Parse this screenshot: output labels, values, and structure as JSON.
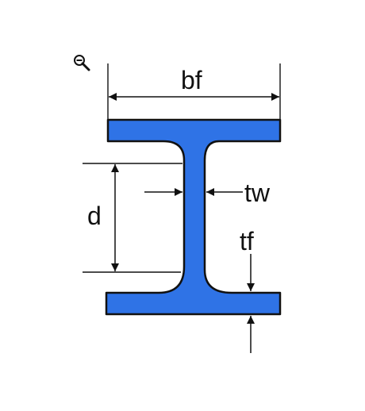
{
  "diagram": {
    "labels": {
      "flange_width": "bf",
      "depth": "d",
      "web_thickness": "tw",
      "flange_thickness": "tf"
    },
    "colors": {
      "section_fill": "#2f73e6",
      "section_stroke": "#111111",
      "dimension_line": "#111111",
      "background": "#ffffff"
    },
    "icons": {
      "zoom": "zoom-out-icon"
    }
  }
}
